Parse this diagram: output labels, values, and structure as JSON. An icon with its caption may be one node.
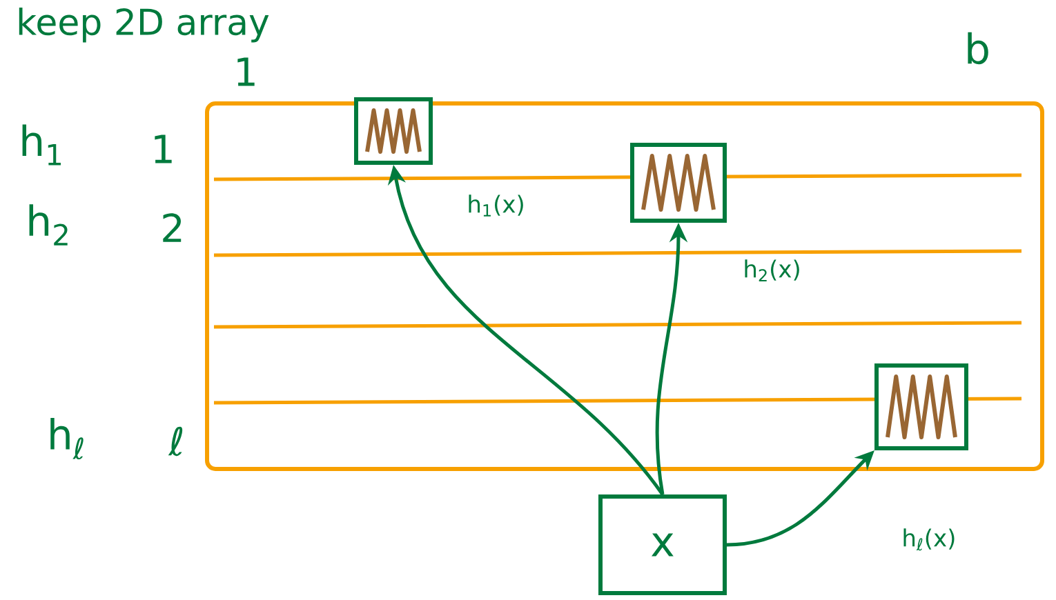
{
  "diagram": {
    "title": "keep 2D array",
    "nodes": [
      {
        "text": [],
        "shape": "box"
      },
      {
        "text": [],
        "shape": "box",
        "in": 0
      },
      {
        "text": [],
        "shape": "box",
        "in": 0
      },
      {
        "text": [],
        "shape": "box",
        "in": 0
      },
      {
        "text": [
          "x"
        ]
      }
    ],
    "edges": [
      {
        "from": 4,
        "to": 1,
        "arrow": "to",
        "label": "h$_{1}$(x)"
      },
      {
        "from": 4,
        "to": 2,
        "arrow": "to",
        "label": "h$_{2}$(x)"
      },
      {
        "from": 4,
        "to": 3,
        "arrow": "to",
        "label": "h$_{ℓ}$(x)"
      }
    ],
    "labels": [
      "1",
      "b",
      "h$_{1}$",
      "1",
      "h$_{2}$",
      "2",
      "h$_{ℓ}$",
      "ℓ"
    ]
  }
}
